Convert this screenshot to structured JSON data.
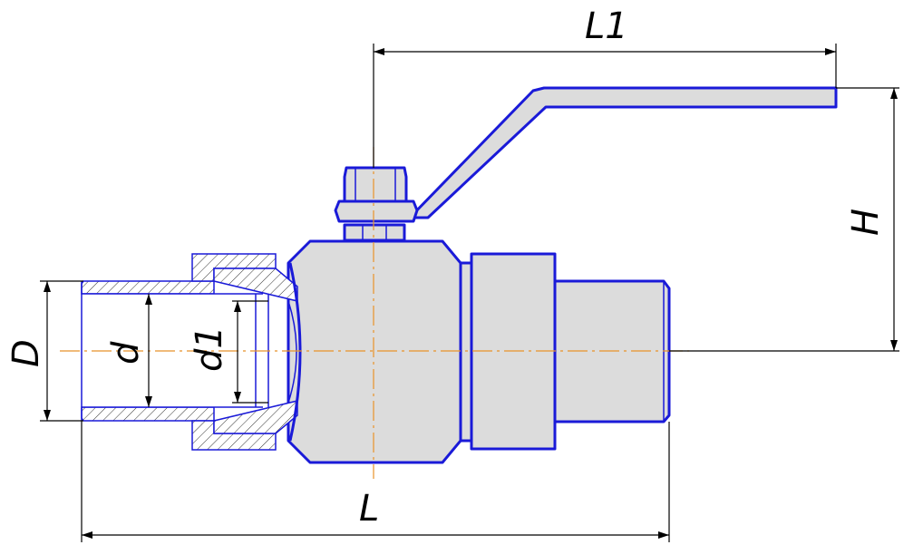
{
  "drawing": {
    "labels": {
      "L1": "L1",
      "H": "H",
      "D": "D",
      "d": "d",
      "d1": "d1",
      "L": "L"
    },
    "colors": {
      "outline": "#1a1ad8",
      "body_fill": "#dcdcdc",
      "center_line": "#e8922a",
      "dimension": "#000000"
    }
  }
}
